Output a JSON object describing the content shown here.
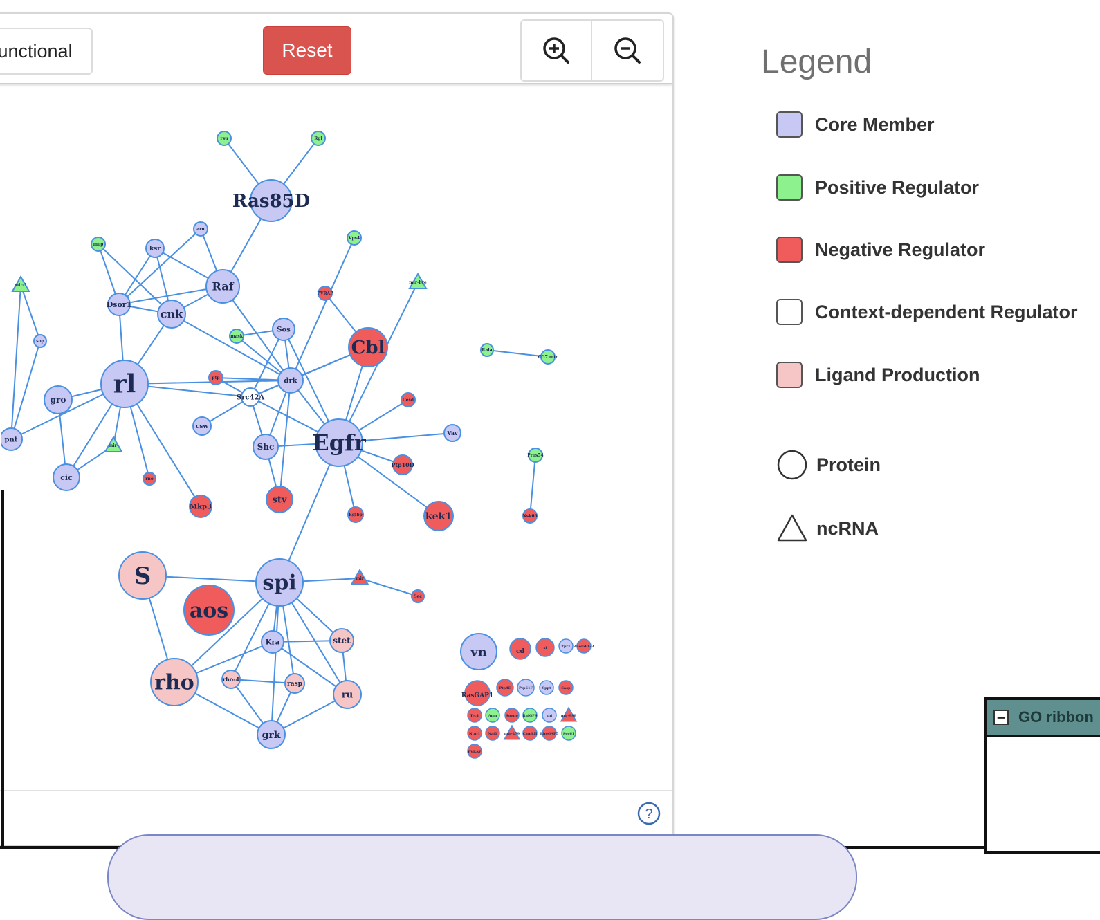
{
  "toolbar": {
    "functional_label": "Functional",
    "reset_label": "Reset",
    "zoom_in_icon": "zoom-in-icon",
    "zoom_out_icon": "zoom-out-icon"
  },
  "colors": {
    "core": "#c8c8f5",
    "positive": "#8df28d",
    "negative": "#f05c5c",
    "context": "#ffffff",
    "ligand": "#f6c6c6",
    "edge": "#4a90e2",
    "reset": "#d9534f"
  },
  "network": {
    "nodes": [
      {
        "id": "n_ras",
        "label": "Ras85D",
        "type": "core",
        "shape": "circle"
      },
      {
        "id": "n_rl",
        "label": "rl",
        "type": "core",
        "shape": "circle"
      },
      {
        "id": "n_egfr",
        "label": "Egfr",
        "type": "core",
        "shape": "circle"
      },
      {
        "id": "n_spi",
        "label": "spi",
        "type": "core",
        "shape": "circle"
      },
      {
        "id": "n_s",
        "label": "S",
        "type": "ligand",
        "shape": "circle"
      },
      {
        "id": "n_aos",
        "label": "aos",
        "type": "negative",
        "shape": "circle"
      },
      {
        "id": "n_rho",
        "label": "rho",
        "type": "ligand",
        "shape": "circle"
      },
      {
        "id": "n_cbl",
        "label": "Cbl",
        "type": "negative",
        "shape": "circle"
      },
      {
        "id": "n_raf",
        "label": "Raf",
        "type": "core",
        "shape": "circle"
      },
      {
        "id": "n_cnk",
        "label": "cnk",
        "type": "core",
        "shape": "circle"
      },
      {
        "id": "n_dsor",
        "label": "Dsor1",
        "type": "core",
        "shape": "circle"
      },
      {
        "id": "n_ksr",
        "label": "ksr",
        "type": "core",
        "shape": "circle"
      },
      {
        "id": "n_drk",
        "label": "drk",
        "type": "core",
        "shape": "circle"
      },
      {
        "id": "n_sos",
        "label": "Sos",
        "type": "core",
        "shape": "circle"
      },
      {
        "id": "n_src",
        "label": "Src42A",
        "type": "context",
        "shape": "circle"
      },
      {
        "id": "n_shc",
        "label": "Shc",
        "type": "core",
        "shape": "circle"
      },
      {
        "id": "n_sty",
        "label": "sty",
        "type": "negative",
        "shape": "circle"
      },
      {
        "id": "n_kek",
        "label": "kek1",
        "type": "negative",
        "shape": "circle"
      },
      {
        "id": "n_gro",
        "label": "gro",
        "type": "core",
        "shape": "circle"
      },
      {
        "id": "n_pnt",
        "label": "pnt",
        "type": "core",
        "shape": "circle"
      },
      {
        "id": "n_cic",
        "label": "cic",
        "type": "core",
        "shape": "circle"
      },
      {
        "id": "n_mkp",
        "label": "Mkp3",
        "type": "negative",
        "shape": "circle"
      },
      {
        "id": "n_csw",
        "label": "csw",
        "type": "core",
        "shape": "circle"
      },
      {
        "id": "n_kra",
        "label": "Kra",
        "type": "core",
        "shape": "circle"
      },
      {
        "id": "n_stet",
        "label": "stet",
        "type": "ligand",
        "shape": "circle"
      },
      {
        "id": "n_ru",
        "label": "ru",
        "type": "ligand",
        "shape": "circle"
      },
      {
        "id": "n_rasp",
        "label": "rasp",
        "type": "ligand",
        "shape": "circle"
      },
      {
        "id": "n_rho4",
        "label": "rho-4",
        "type": "ligand",
        "shape": "circle"
      },
      {
        "id": "n_grk",
        "label": "grk",
        "type": "core",
        "shape": "circle"
      },
      {
        "id": "n_vn",
        "label": "vn",
        "type": "core",
        "shape": "circle"
      },
      {
        "id": "n_ptp10d",
        "label": "Ptp10D",
        "type": "negative",
        "shape": "circle"
      },
      {
        "id": "n_vav",
        "label": "Vav",
        "type": "core",
        "shape": "circle"
      },
      {
        "id": "n_cbl2",
        "label": "Cesd",
        "type": "negative",
        "shape": "circle"
      },
      {
        "id": "n_tgfbr",
        "label": "Egfbp",
        "type": "negative",
        "shape": "circle"
      },
      {
        "id": "n_ptp",
        "label": "ptp",
        "type": "negative",
        "shape": "circle"
      },
      {
        "id": "n_rho2",
        "label": "rno",
        "type": "negative",
        "shape": "circle"
      },
      {
        "id": "n_rsu",
        "label": "rsu",
        "type": "positive",
        "shape": "circle"
      },
      {
        "id": "n_rgl",
        "label": "Rgl",
        "type": "positive",
        "shape": "circle"
      },
      {
        "id": "n_aru",
        "label": "aru",
        "type": "core",
        "shape": "circle"
      },
      {
        "id": "n_mop",
        "label": "mop",
        "type": "positive",
        "shape": "circle"
      },
      {
        "id": "n_vps4",
        "label": "Vps4",
        "type": "positive",
        "shape": "circle"
      },
      {
        "id": "n_pvr",
        "label": "PVRAP",
        "type": "negative",
        "shape": "circle"
      },
      {
        "id": "n_mask",
        "label": "mask",
        "type": "positive",
        "shape": "circle"
      },
      {
        "id": "n_mir1",
        "label": "mir-1",
        "type": "positive",
        "shape": "triangle"
      },
      {
        "id": "n_mir2",
        "label": "mir-bre",
        "type": "positive",
        "shape": "triangle"
      },
      {
        "id": "n_mir3",
        "label": "mir-",
        "type": "positive",
        "shape": "triangle"
      },
      {
        "id": "n_mir4",
        "label": "mir",
        "type": "negative",
        "shape": "triangle"
      },
      {
        "id": "n_rap",
        "label": "sop",
        "type": "core",
        "shape": "circle"
      },
      {
        "id": "n_sec",
        "label": "Sec",
        "type": "negative",
        "shape": "circle"
      },
      {
        "id": "n_rala",
        "label": "Rala",
        "type": "positive",
        "shape": "circle"
      },
      {
        "id": "n_cdc",
        "label": "CG7 mtr",
        "type": "positive",
        "shape": "circle"
      },
      {
        "id": "n_pros",
        "label": "Pros54",
        "type": "positive",
        "shape": "circle"
      },
      {
        "id": "n_nsk",
        "label": "Nsk66",
        "type": "negative",
        "shape": "circle"
      }
    ],
    "isolated_labels": [
      "cd",
      "sl",
      "Zpr1",
      "ZnomF1-B",
      "RasGAP1",
      "Ptp4E",
      "Ptp61F",
      "Sppt",
      "Sasp",
      "Tec1",
      "Ama",
      "Spenp",
      "RalGPS",
      "shi",
      "mir-998",
      "Ntn-1",
      "Naf1",
      "mir-279",
      "CamkII",
      "RhoGAP5",
      "Sec61",
      "PVRAP"
    ]
  },
  "legend": {
    "title": "Legend",
    "items": [
      {
        "label": "Core Member",
        "swatch": "core"
      },
      {
        "label": "Positive Regulator",
        "swatch": "positive"
      },
      {
        "label": "Negative Regulator",
        "swatch": "negative"
      },
      {
        "label": "Context-dependent Regulator",
        "swatch": "context"
      },
      {
        "label": "Ligand Production",
        "swatch": "ligand"
      }
    ],
    "shapes": [
      {
        "label": "Protein",
        "shape": "circle"
      },
      {
        "label": "ncRNA",
        "shape": "triangle"
      }
    ]
  },
  "go_ribbon": {
    "title": "GO ribbon",
    "toggle": "−"
  },
  "help_icon": "help-icon"
}
